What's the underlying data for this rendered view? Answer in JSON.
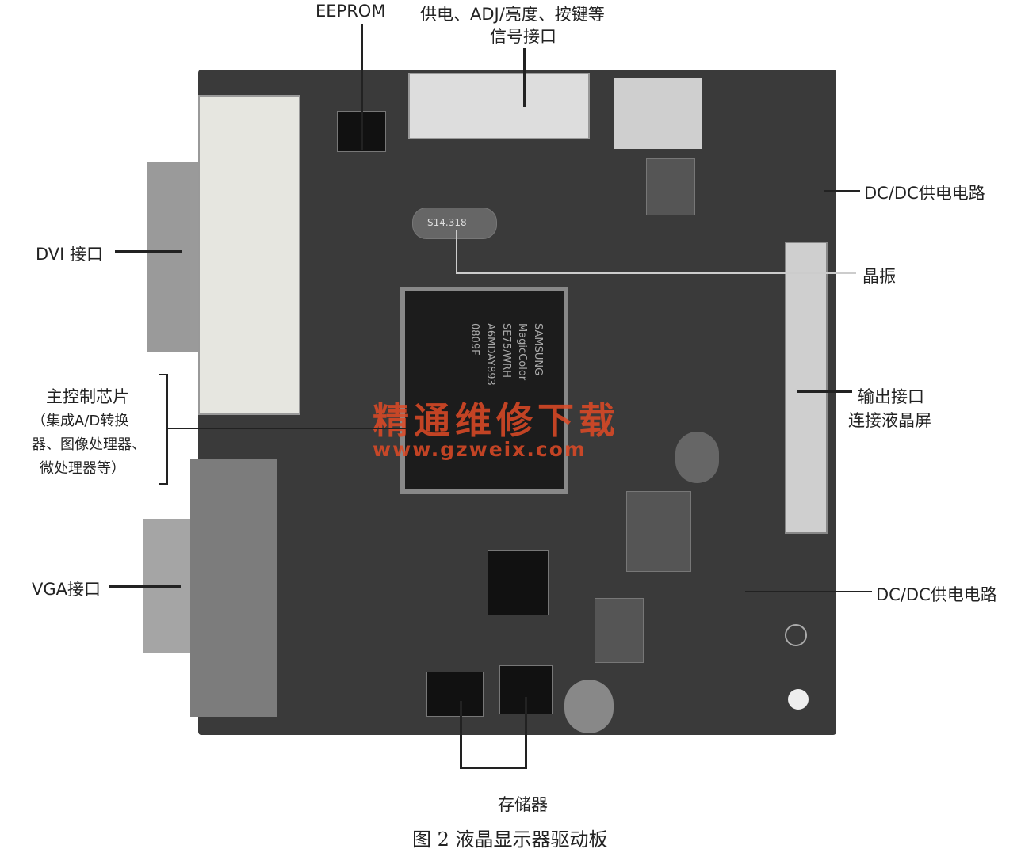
{
  "labels": {
    "eeprom": "EEPROM",
    "signal_line1": "供电、ADJ/亮度、按键等",
    "signal_line2": "信号接口",
    "dcdc_top": "DC/DC供电电路",
    "dvi": "DVI 接口",
    "crystal": "晶振",
    "main_chip": [
      "主控制芯片",
      "（集成A/D转换",
      "器、图像处理器、",
      "微处理器等）"
    ],
    "output_line1": "输出接口",
    "output_line2": "连接液晶屏",
    "vga": "VGA接口",
    "dcdc_bottom": "DC/DC供电电路",
    "storage": "存储器"
  },
  "chip_marking": [
    "SAMSUNG",
    "MagicColor",
    "SE75/WRH",
    "A6MDAY893",
    "0809F"
  ],
  "crystal_marking": "S14.318",
  "watermark": {
    "title": "精通维修下载",
    "url": "www.gzweix.com"
  },
  "caption": "图 2  液晶显示器驱动板",
  "colors": {
    "watermark": "#e04a26",
    "board": "#3a3a3a"
  }
}
